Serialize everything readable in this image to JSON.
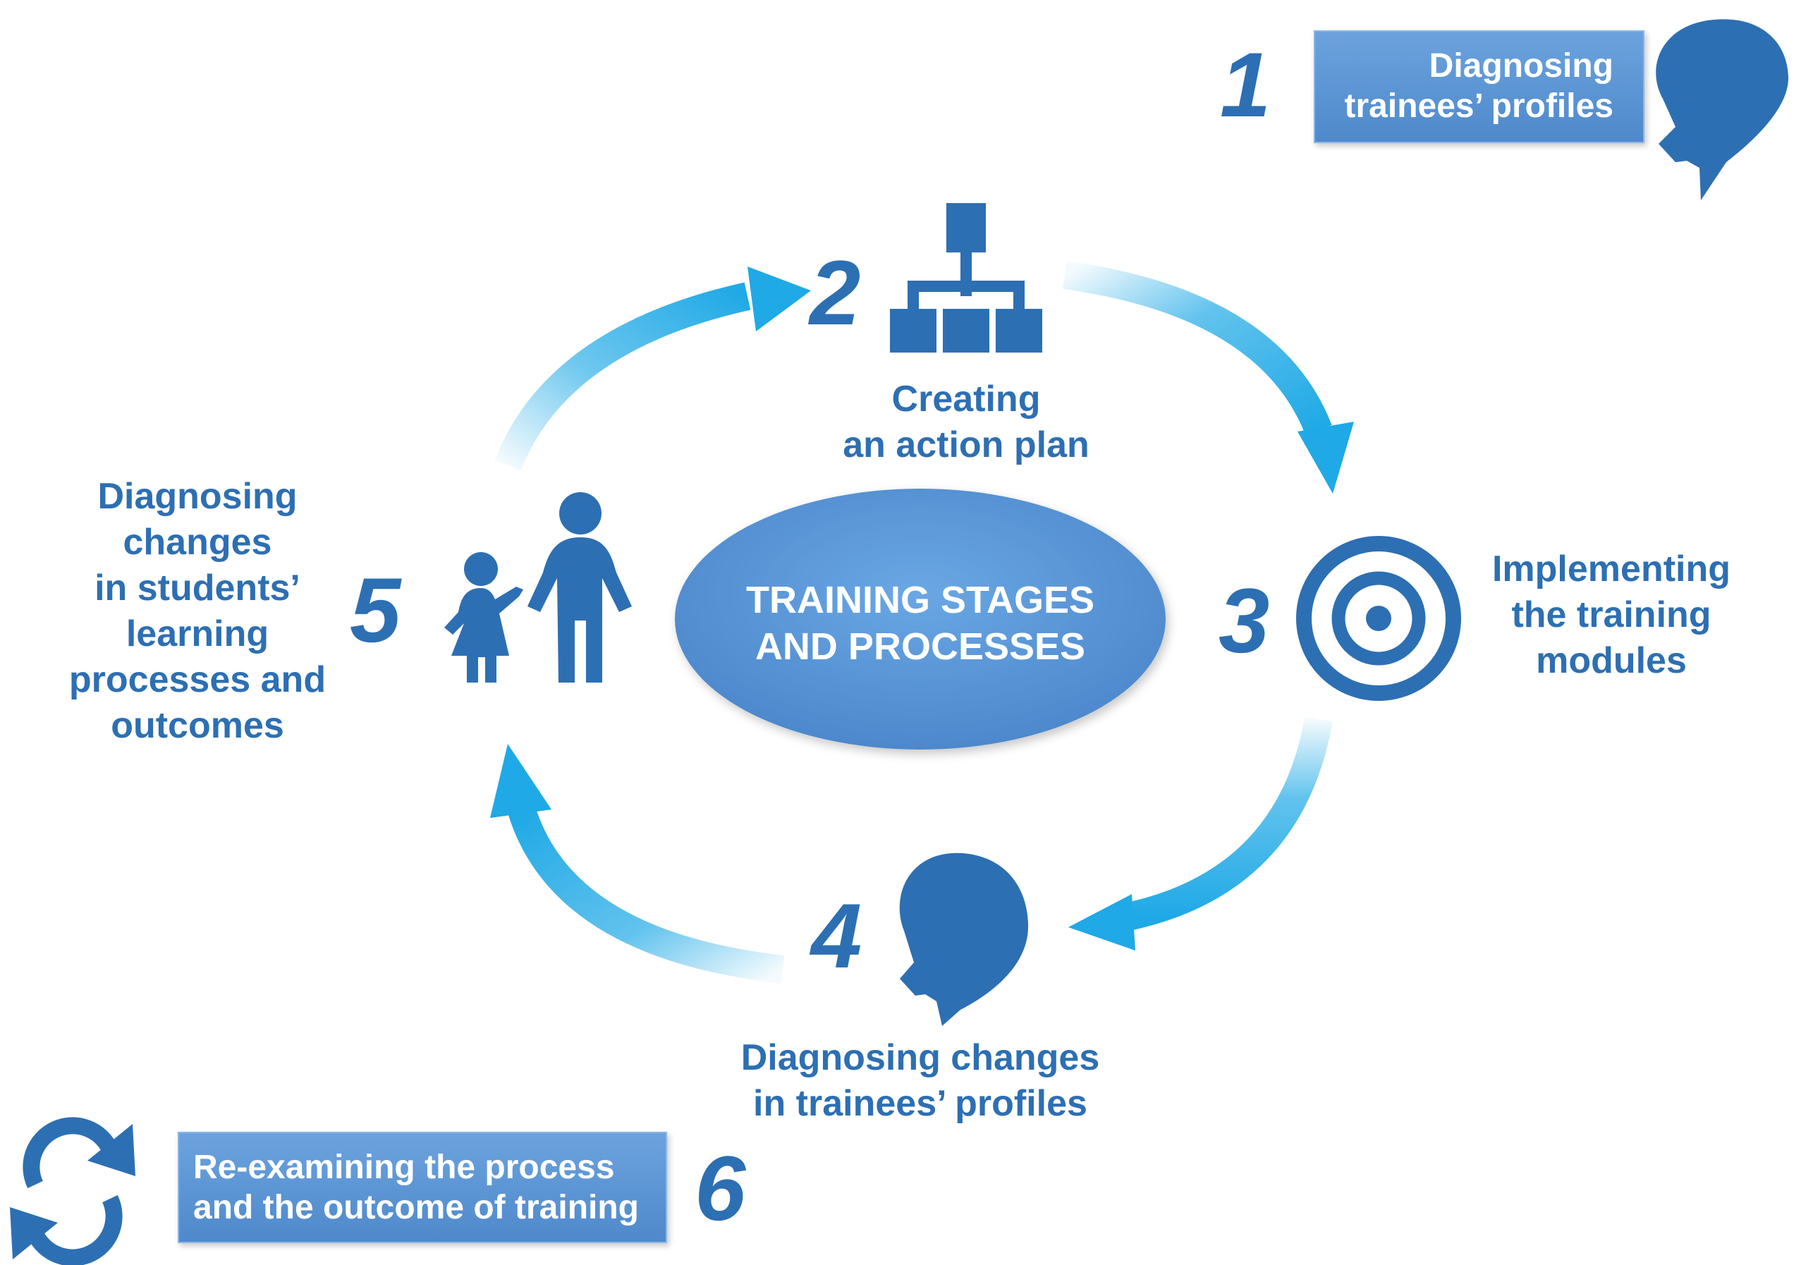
{
  "center": {
    "line1": "TRAINING STAGES",
    "line2": "AND PROCESSES"
  },
  "stages": [
    {
      "number": "1",
      "lines": [
        "Diagnosing",
        "trainees’ profiles"
      ],
      "icon": "head-icon"
    },
    {
      "number": "2",
      "lines": [
        "Creating",
        "an action plan"
      ],
      "icon": "hierarchy-icon"
    },
    {
      "number": "3",
      "lines": [
        "Implementing",
        "the training",
        "modules"
      ],
      "icon": "target-icon"
    },
    {
      "number": "4",
      "lines": [
        "Diagnosing changes",
        "in trainees’ profiles"
      ],
      "icon": "head-icon"
    },
    {
      "number": "5",
      "lines": [
        "Diagnosing",
        "changes",
        "in students’",
        "learning",
        "processes and",
        "outcomes"
      ],
      "icon": "adult-child-icon"
    },
    {
      "number": "6",
      "lines": [
        "Re-examining the process",
        "and the outcome of training"
      ],
      "icon": "refresh-cycle-icon"
    }
  ],
  "colors": {
    "primary": "#2d6fb3",
    "box_fill": "#5d97d6",
    "arrow": "#1fa9e6",
    "ellipse": "#5e9bdc"
  }
}
